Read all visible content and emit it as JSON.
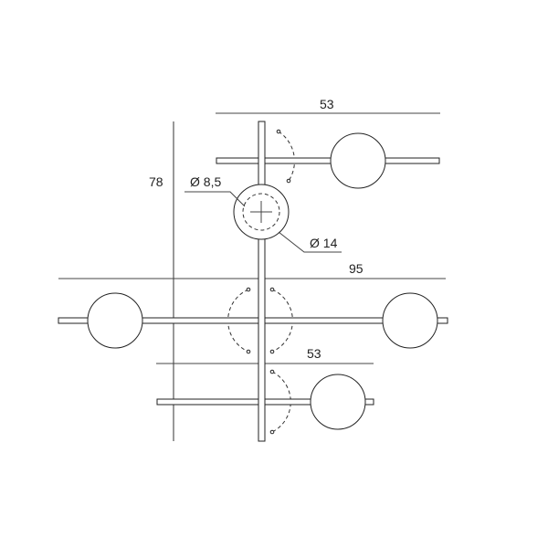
{
  "dimensions": {
    "height": "78",
    "top_arm_width": "53",
    "middle_arm_width": "95",
    "bottom_arm_width": "53",
    "inner_diameter": "Ø 8,5",
    "outer_diameter": "Ø 14"
  },
  "colors": {
    "line": "#222222",
    "background": "#ffffff"
  }
}
